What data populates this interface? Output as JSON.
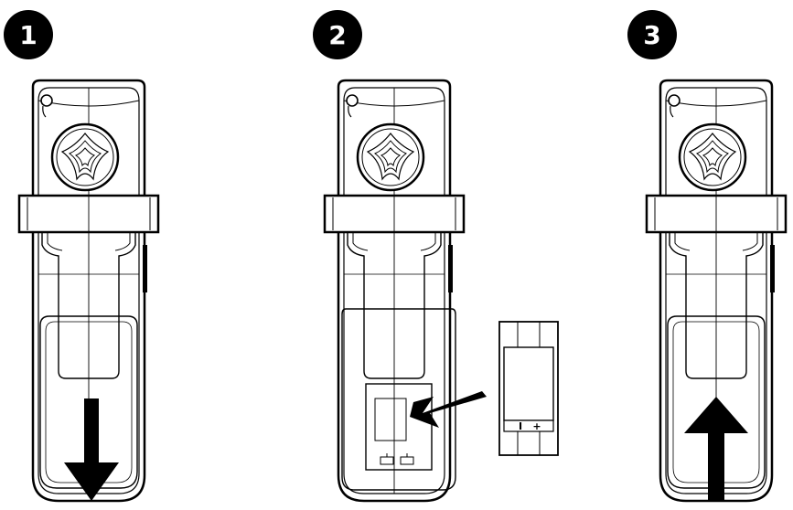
{
  "diagram": {
    "steps": [
      {
        "number": "1",
        "action": "slide-cover-down"
      },
      {
        "number": "2",
        "action": "insert-battery"
      },
      {
        "number": "3",
        "action": "slide-cover-up"
      }
    ],
    "battery": {
      "polarity_negative": "I",
      "polarity_positive": "+"
    }
  }
}
